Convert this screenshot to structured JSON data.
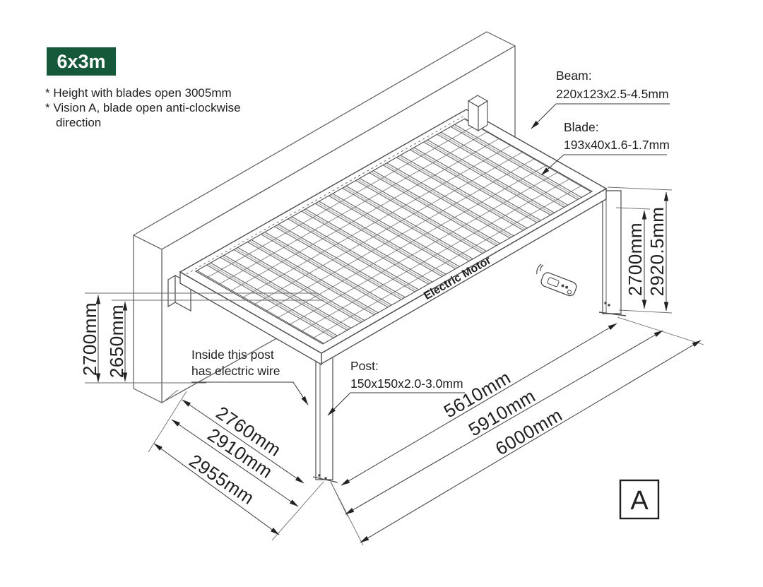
{
  "badge": {
    "label": "6x3m"
  },
  "notes": {
    "line1": "* Height with blades open 3005mm",
    "line2": "* Vision A, blade open anti-clockwise",
    "line3": "direction"
  },
  "callouts": {
    "beam": {
      "title": "Beam:",
      "spec": "220x123x2.5-4.5mm"
    },
    "blade": {
      "title": "Blade:",
      "spec": "193x40x1.6-1.7mm"
    },
    "post": {
      "title": "Post:",
      "spec": "150x150x2.0-3.0mm"
    },
    "wire": {
      "line1": "Inside this post",
      "line2": "has electric wire"
    }
  },
  "labels": {
    "motor": "Electric Motor",
    "view": "A"
  },
  "dimensions": {
    "left_outer": "2700mm",
    "left_inner": "2650mm",
    "right_inner": "2700mm",
    "right_outer": "2920.5mm",
    "width_top": "2760mm",
    "width_mid": "2910mm",
    "width_bottom": "2955mm",
    "length_top": "5610mm",
    "length_mid": "5910mm",
    "length_bottom": "6000mm"
  },
  "colors": {
    "badge_green": "#15593A",
    "line": "#4a4a4a",
    "text": "#1f1f1f"
  }
}
